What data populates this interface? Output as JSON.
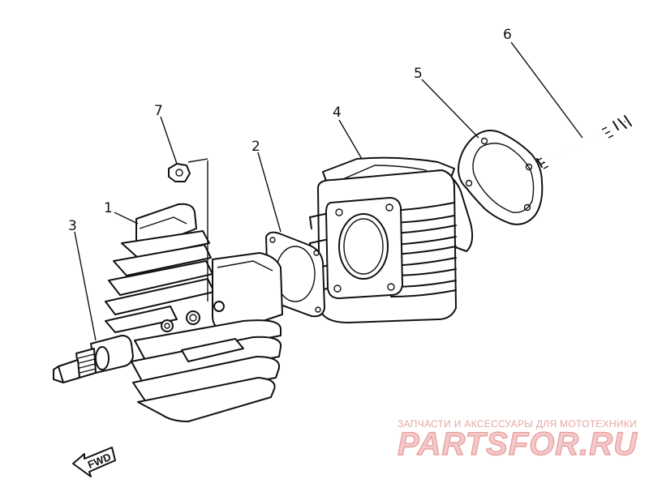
{
  "diagram": {
    "callouts": [
      {
        "id": "1",
        "label": "1"
      },
      {
        "id": "2",
        "label": "2"
      },
      {
        "id": "3",
        "label": "3"
      },
      {
        "id": "4",
        "label": "4"
      },
      {
        "id": "5",
        "label": "5"
      },
      {
        "id": "6",
        "label": "6"
      },
      {
        "id": "7",
        "label": "7"
      }
    ],
    "direction_label": "FWD"
  },
  "watermark": {
    "tagline": "ЗАПЧАСТИ И АКСЕССУАРЫ ДЛЯ МОТОТЕХНИКИ",
    "logo_text": "PARTSFOR.RU",
    "colors": {
      "light": "#f3c9c9",
      "dark": "#e89a9a"
    }
  }
}
